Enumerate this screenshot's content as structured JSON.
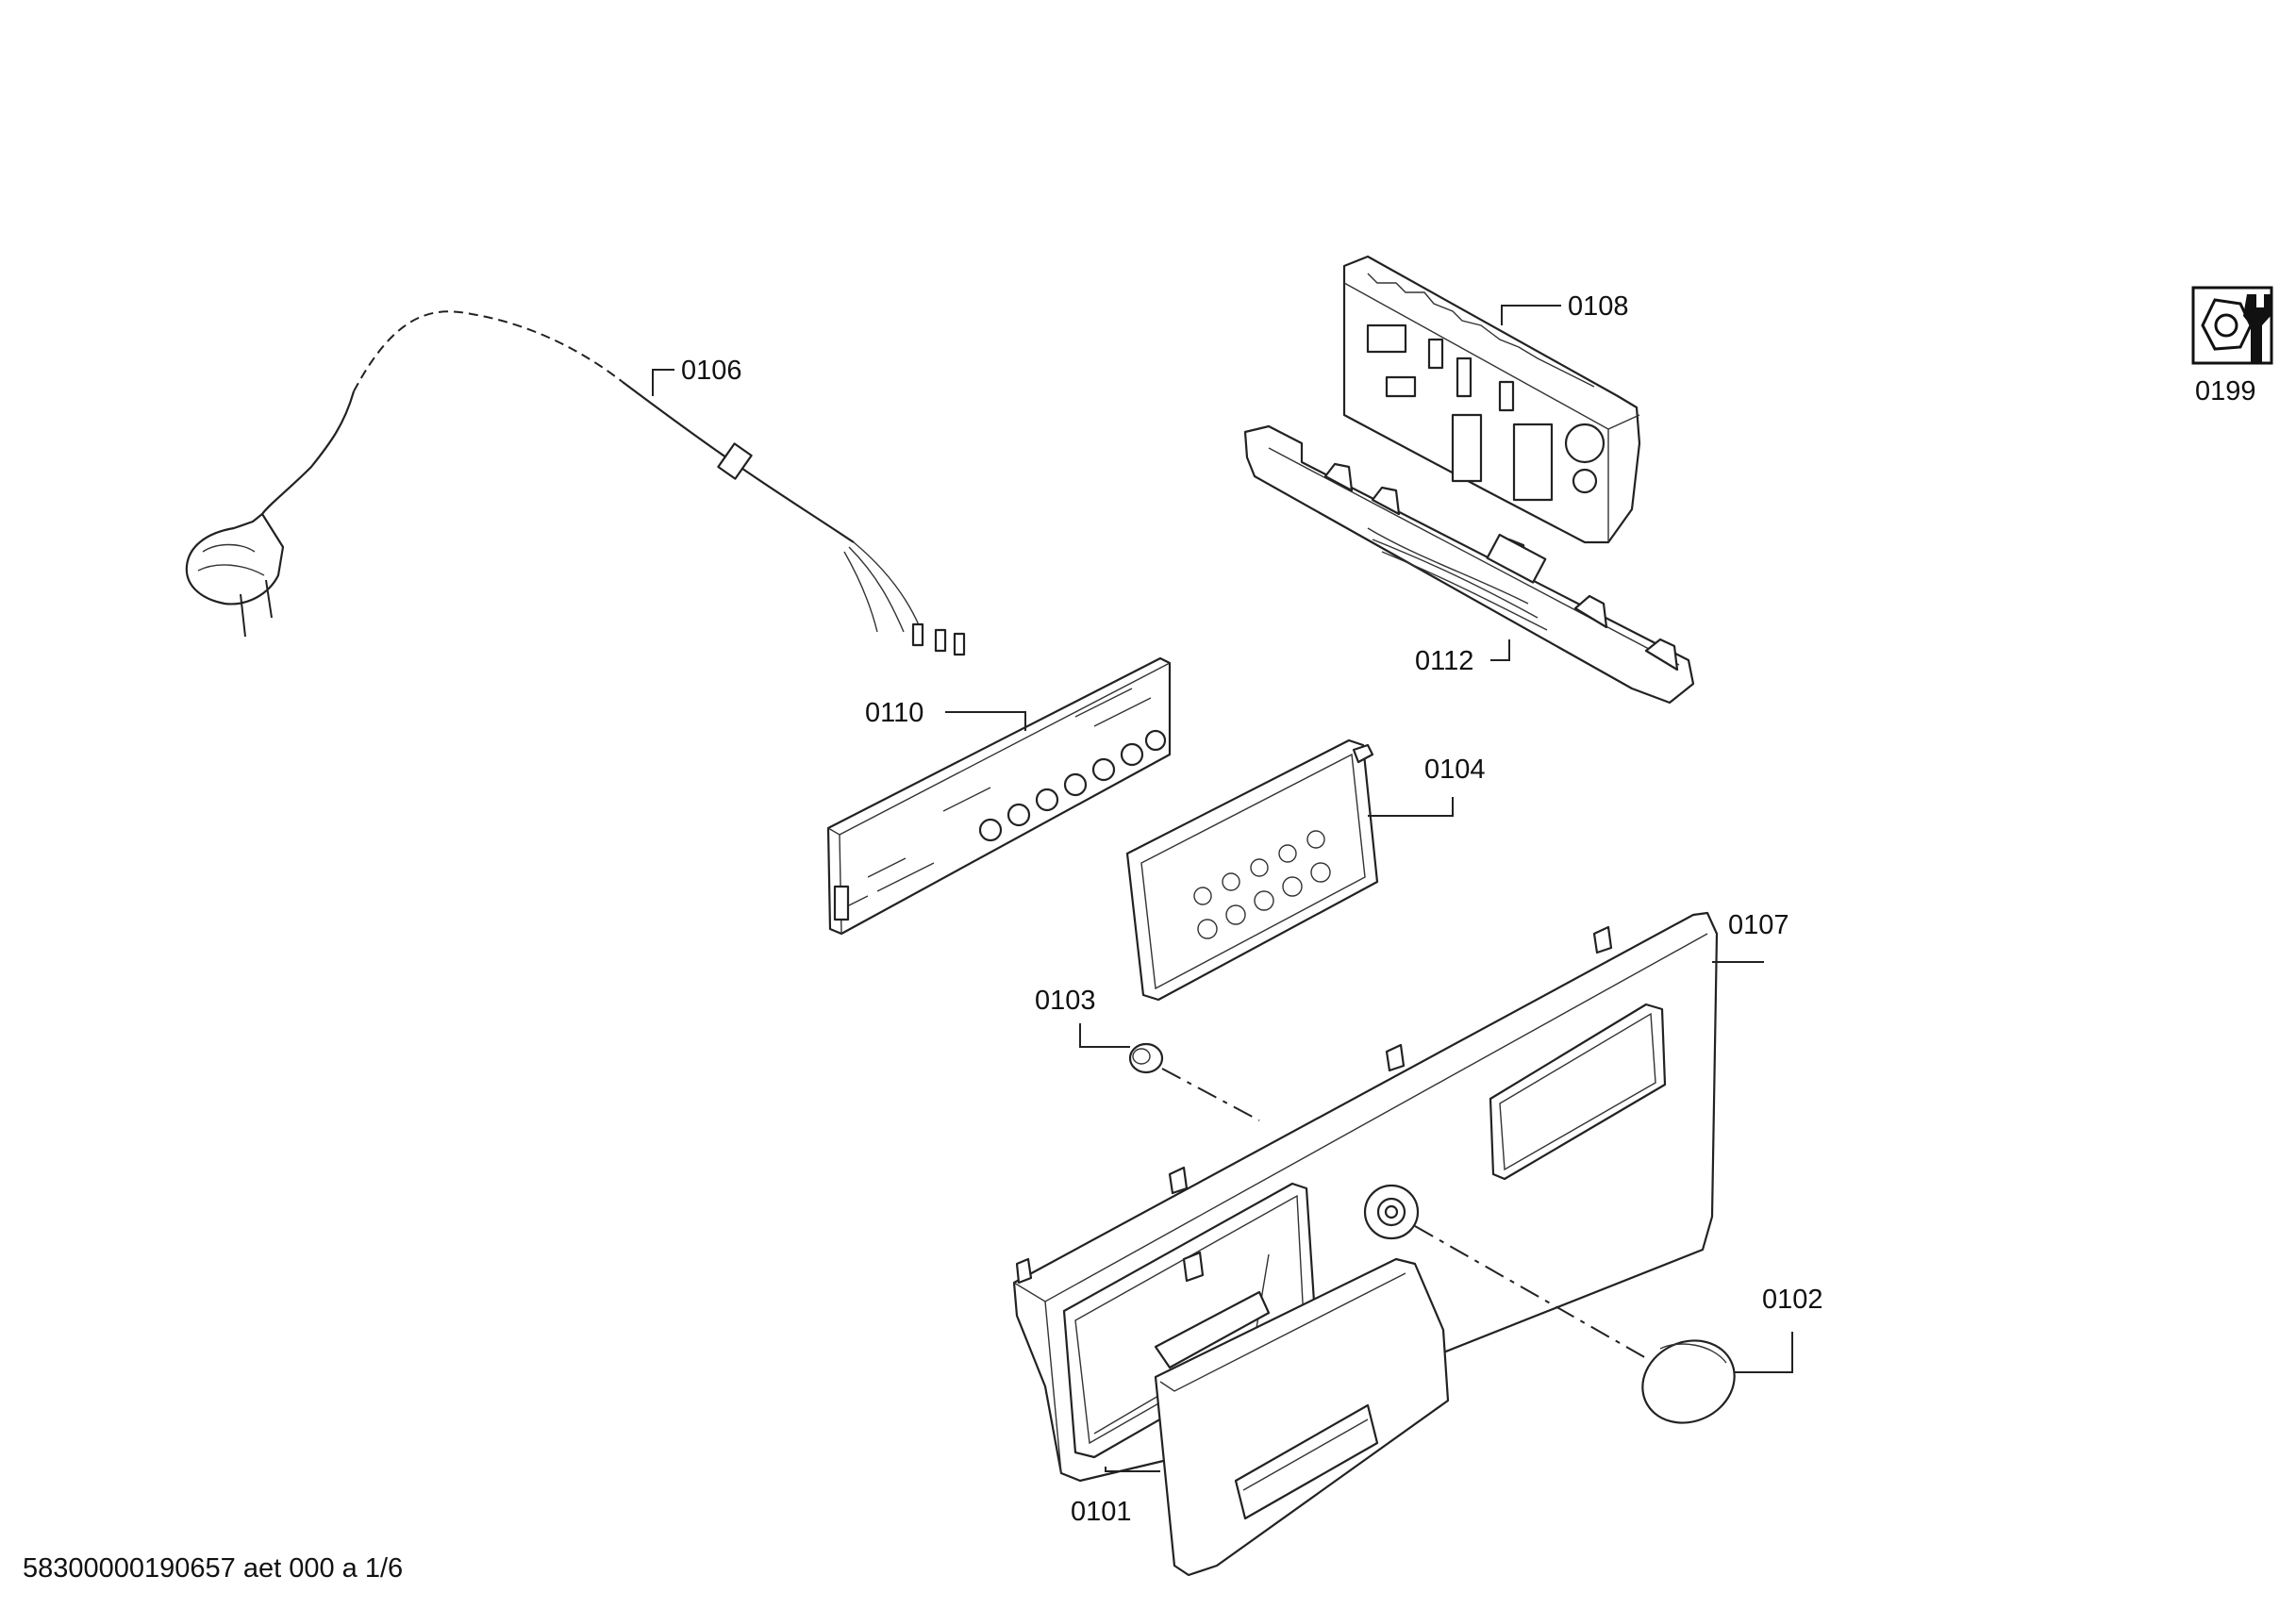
{
  "diagram": {
    "footer_code": "58300000190657 aet 000 a 1/6",
    "labels": {
      "p0106": "0106",
      "p0108": "0108",
      "p0112": "0112",
      "p0110": "0110",
      "p0104": "0104",
      "p0107": "0107",
      "p0103": "0103",
      "p0102": "0102",
      "p0101": "0101",
      "p0199": "0199"
    },
    "icons": {
      "service_tool": "wrench-nut-icon"
    }
  }
}
